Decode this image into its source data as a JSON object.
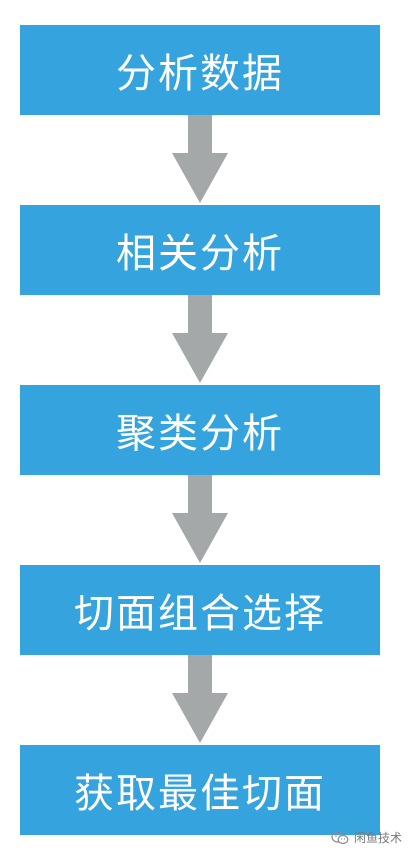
{
  "colors": {
    "box": "#35A3DD",
    "arrow": "#A5A8A8",
    "text": "#FFFFFF"
  },
  "steps": [
    {
      "label": "分析数据"
    },
    {
      "label": "相关分析"
    },
    {
      "label": "聚类分析"
    },
    {
      "label": "切面组合选择"
    },
    {
      "label": "获取最佳切面"
    }
  ],
  "watermark": {
    "icon": "wechat-icon",
    "text": "闲鱼技术"
  }
}
